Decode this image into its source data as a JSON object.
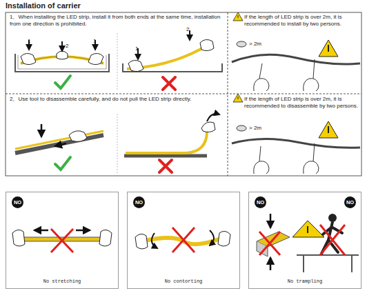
{
  "diagram": {
    "title": "Installation of carrier",
    "nodes": [
      {
        "text": [
          "1、When installing the LED strip, install it from both ends at the same time, installation from one direction is prohibited."
        ]
      },
      {
        "text": [
          "If the length of LED strip is over 2m, it is recommended to install by two persons."
        ]
      },
      {
        "text": [
          "2、Use tool to disassemble carefully, and do not pull the LED strip directly."
        ]
      },
      {
        "text": [
          "If the length of LED strip is over 2m, it is recommended to disassemble by two persons."
        ]
      },
      {
        "text": [
          "No stretching"
        ]
      },
      {
        "text": [
          "NO"
        ],
        "in": 4
      },
      {
        "text": [
          "No contorting"
        ]
      },
      {
        "text": [
          "NO"
        ],
        "in": 6
      },
      {
        "text": [
          "No trampling"
        ]
      },
      {
        "text": [
          "NO"
        ],
        "in": 8
      },
      {
        "text": [
          "NO"
        ],
        "in": 8
      }
    ],
    "labels": [
      "1",
      "2",
      "1",
      "1",
      "2",
      "> 2m",
      "> 2m"
    ]
  }
}
